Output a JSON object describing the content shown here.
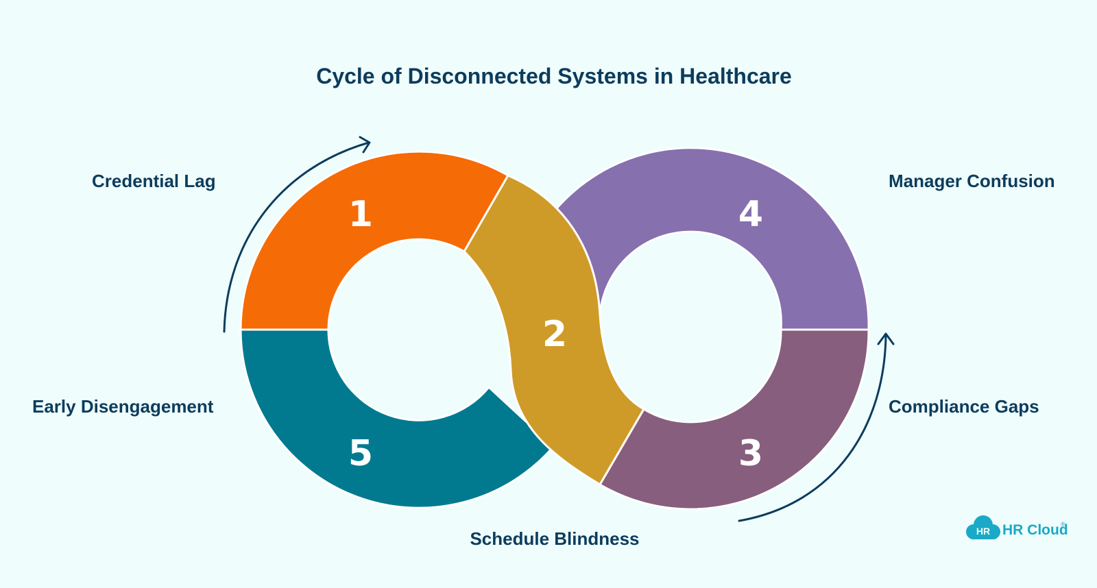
{
  "title": "Cycle of Disconnected Systems in Healthcare",
  "steps": [
    {
      "number": "1",
      "label": "Credential Lag"
    },
    {
      "number": "2",
      "label": "Schedule Blindness"
    },
    {
      "number": "3",
      "label": "Compliance Gaps"
    },
    {
      "number": "4",
      "label": "Manager Confusion"
    },
    {
      "number": "5",
      "label": "Early Disengagement"
    }
  ],
  "colors": {
    "background": "#effdfd",
    "step1": "#f56b06",
    "step2": "#cf9b28",
    "step3": "#875e7d",
    "step4": "#8670ae",
    "step5": "#017a90",
    "text": "#0c3c5c",
    "logo": "#1aa9c6"
  },
  "logo": {
    "badge": "HR",
    "name": "HR Cloud",
    "mark": "®"
  }
}
